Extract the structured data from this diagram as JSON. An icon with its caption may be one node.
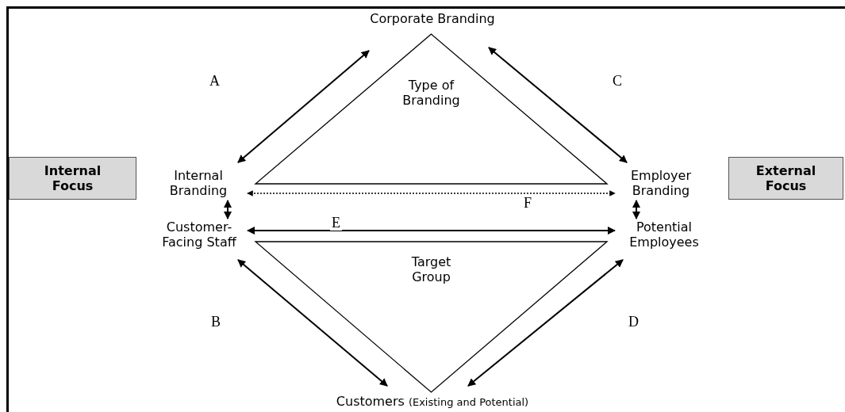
{
  "diagram": {
    "nodes": [
      {
        "text": [
          "Corporate Branding"
        ]
      },
      {
        "text": [
          "Type of Branding"
        ]
      },
      {
        "text": [
          "Internal Focus"
        ]
      },
      {
        "text": [
          "Internal Branding"
        ]
      },
      {
        "text": [
          "Employer Branding"
        ]
      },
      {
        "text": [
          "External Focus"
        ]
      },
      {
        "text": [
          "Customer- Facing Staff"
        ]
      },
      {
        "text": [
          "Potential Employees"
        ]
      },
      {
        "text": [
          "Target Group"
        ]
      },
      {
        "text": [
          "Customers",
          "(Existing and Potential)"
        ]
      }
    ],
    "edges": [
      {
        "from": 3,
        "to": 0,
        "arrow": "both",
        "label": "A"
      },
      {
        "from": 0,
        "to": 4,
        "arrow": "both",
        "label": "C"
      },
      {
        "from": 3,
        "to": 4,
        "arrow": "both",
        "label": "F",
        "style": "dashed"
      },
      {
        "from": 3,
        "to": 6,
        "arrow": "both"
      },
      {
        "from": 4,
        "to": 7,
        "arrow": "both"
      },
      {
        "from": 6,
        "to": 7,
        "arrow": "both",
        "label": "E"
      },
      {
        "from": 6,
        "to": 9,
        "arrow": "both",
        "label": "B"
      },
      {
        "from": 7,
        "to": 9,
        "arrow": "both",
        "label": "D"
      }
    ]
  }
}
